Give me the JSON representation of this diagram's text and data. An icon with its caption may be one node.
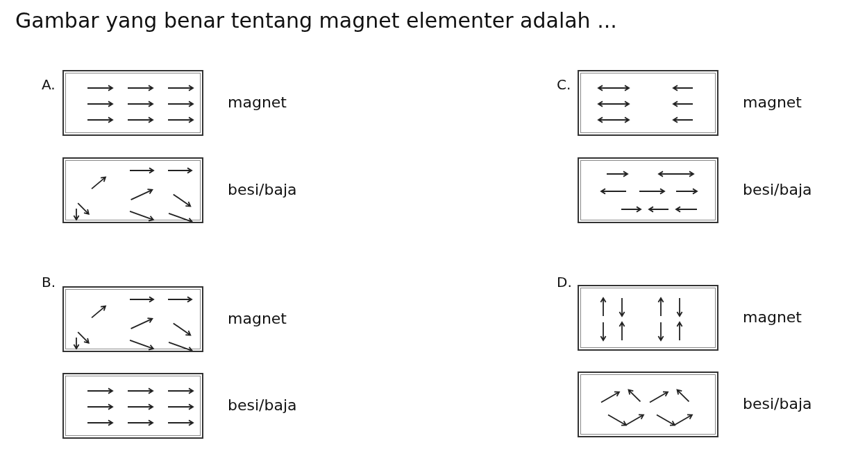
{
  "diagram": {
    "title": "Gambar yang benar tentang magnet elementer adalah ...",
    "nodes": [
      {
        "text": [],
        "shape": "picture",
        "beside": [
          "magnet"
        ]
      },
      {
        "text": [],
        "shape": "picture",
        "beside": [
          "magnet"
        ]
      },
      {
        "text": [],
        "shape": "picture",
        "beside": [
          "besi/baja"
        ]
      },
      {
        "text": [],
        "shape": "picture",
        "beside": [
          "besi/baja"
        ]
      },
      {
        "text": [],
        "shape": "picture",
        "beside": [
          "magnet"
        ]
      },
      {
        "text": [],
        "shape": "picture",
        "beside": [
          "magnet"
        ]
      },
      {
        "text": [],
        "shape": "picture",
        "beside": [
          "besi/baja"
        ]
      },
      {
        "text": [],
        "shape": "picture",
        "beside": [
          "besi/baja"
        ]
      }
    ],
    "edges": [],
    "labels": [
      "A.",
      "C.",
      "B.",
      "D."
    ]
  }
}
